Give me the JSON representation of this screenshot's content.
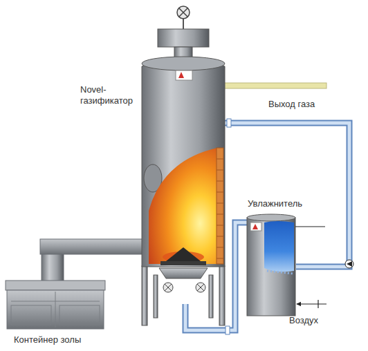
{
  "diagram": {
    "labels": [
      "Novel- газификатор",
      "Выход газа",
      "Увлажнитель",
      "Воздух",
      "Контейнер золы"
    ]
  }
}
